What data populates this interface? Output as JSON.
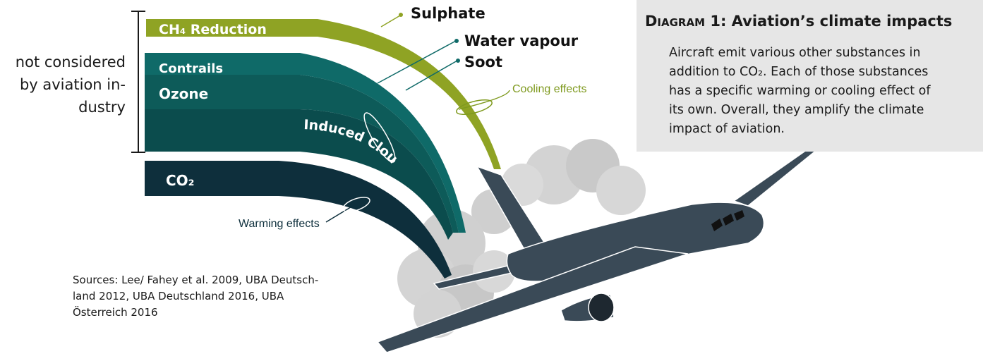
{
  "info_box": {
    "diagram_label": "Diagram 1:",
    "heading": "Aviation’s climate impacts",
    "body_lines": [
      "Aircraft emit various other substances in",
      "addition to CO₂. Each of those substances",
      "has a specific warming or cooling effect of",
      "its own. Overall, they amplify the climate",
      "impact of aviation."
    ]
  },
  "left_note_lines": [
    "not considered",
    "by aviation in-",
    "dustry"
  ],
  "bands": {
    "ch4": {
      "label": "CH₄ Reduction",
      "color": "#8fa324"
    },
    "contrails": {
      "label": "Contrails",
      "color": "#0f6a68"
    },
    "ozone": {
      "label": "Ozone",
      "color": "#0d5b59"
    },
    "cloudiness": {
      "label": "Induced Cloudiness (estimate ...)",
      "color": "#0b4c4d"
    },
    "co2": {
      "label": "CO₂",
      "color": "#0e2f3c"
    }
  },
  "callouts": {
    "sulphate": "Sulphate",
    "water_vapour": "Water vapour",
    "soot": "Soot",
    "cooling_effects": "Cooling effects",
    "warming_effects": "Warming effects"
  },
  "effect_colors": {
    "cooling": "#7f9a1f",
    "warming": "#0e2f3c"
  },
  "sources_lines": [
    "Sources: Lee/ Fahey et al. 2009, UBA Deutsch-",
    "land 2012, UBA Deutschland 2016, UBA",
    "Österreich 2016"
  ],
  "aircraft_color": "#3a4a57"
}
